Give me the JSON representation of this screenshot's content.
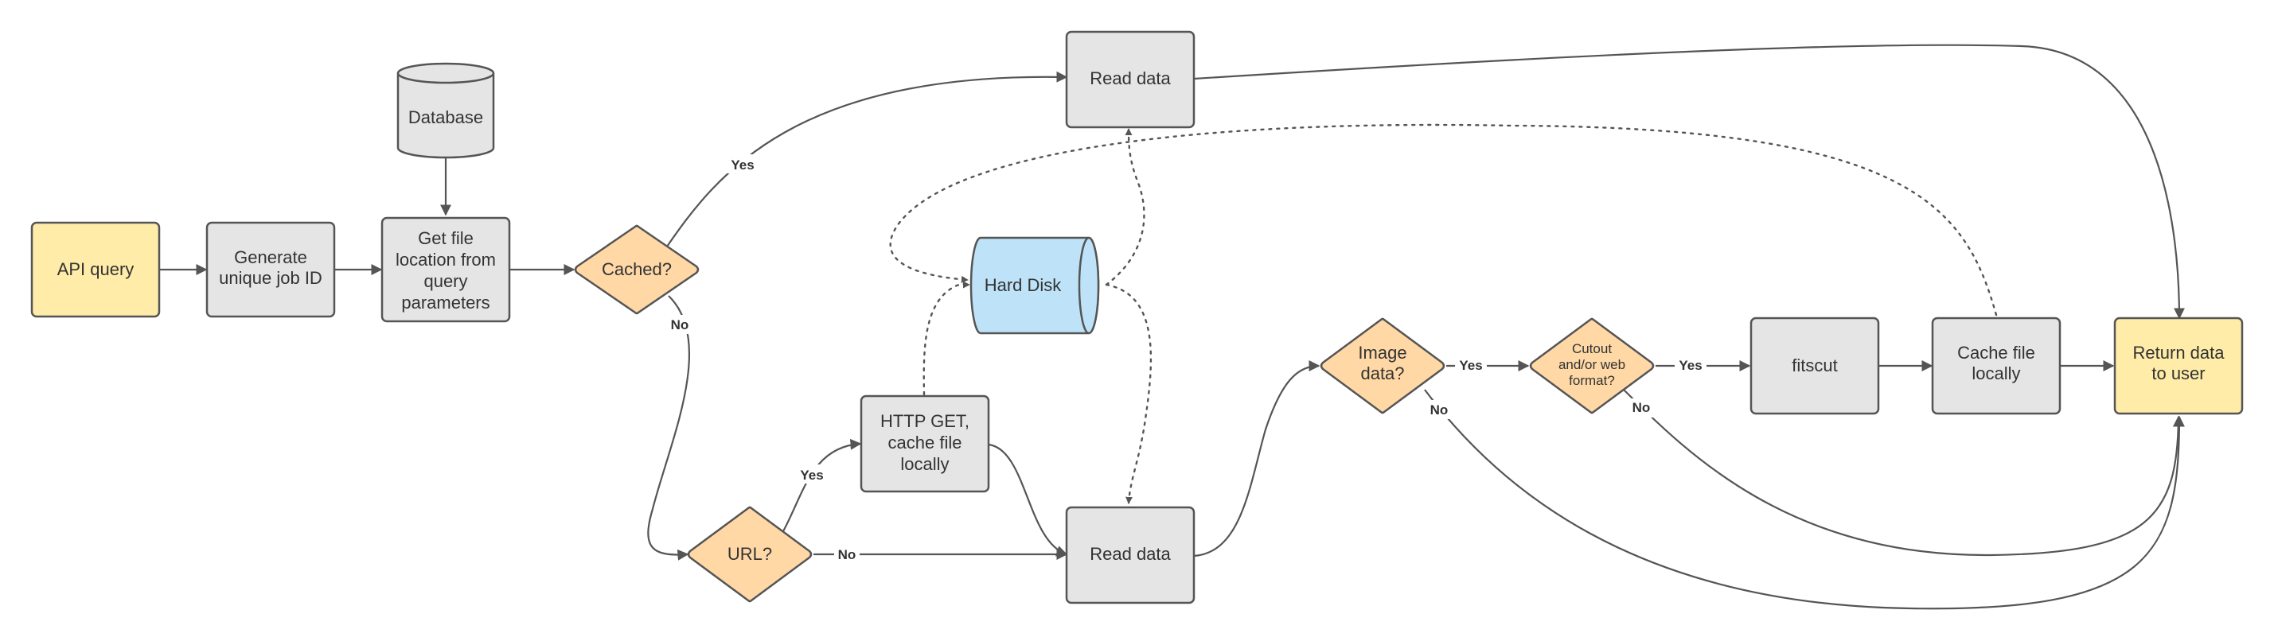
{
  "colors": {
    "io_fill": "#FFECA8",
    "process_fill": "#E5E5E5",
    "decision_fill": "#FFD8A6",
    "disk_fill": "#BEE3F8",
    "stroke": "#555555"
  },
  "nodes": {
    "api_query": "API query",
    "generate_job_id": [
      "Generate",
      "unique job ID"
    ],
    "get_file_location": [
      "Get file",
      "location from",
      "query",
      "parameters"
    ],
    "database": "Database",
    "cached": "Cached?",
    "read_data_top": "Read data",
    "hard_disk": "Hard Disk",
    "url": "URL?",
    "http_get": [
      "HTTP GET,",
      "cache file",
      "locally"
    ],
    "read_data_bottom": "Read data",
    "image_data": [
      "Image",
      "data?"
    ],
    "cutout": [
      "Cutout",
      "and/or web",
      "format?"
    ],
    "fitscut": "fitscut",
    "cache_file_locally": [
      "Cache file",
      "locally"
    ],
    "return_data": [
      "Return data",
      "to user"
    ]
  },
  "edge_labels": {
    "cached_yes": "Yes",
    "cached_no": "No",
    "url_yes": "Yes",
    "url_no": "No",
    "image_yes": "Yes",
    "image_no": "No",
    "cutout_yes": "Yes",
    "cutout_no": "No"
  }
}
